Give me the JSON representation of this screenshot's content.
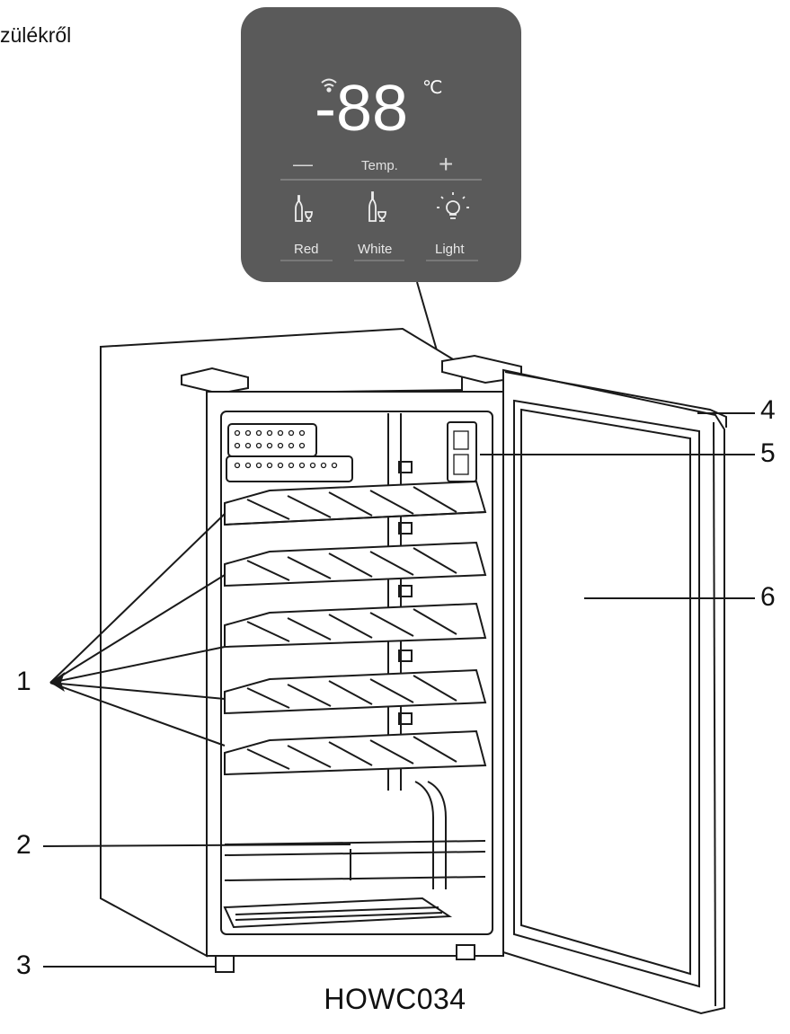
{
  "header": {
    "title_fragment": "zülékről"
  },
  "panel": {
    "temp_display": "-88",
    "temp_unit": "℃",
    "temp_label": "Temp.",
    "minus_symbol": "—",
    "plus_symbol": "+",
    "buttons": [
      "Red",
      "White",
      "Light"
    ]
  },
  "callouts": [
    "1",
    "2",
    "3",
    "4",
    "5",
    "6"
  ],
  "footer": {
    "model": "HOWC034"
  },
  "colors": {
    "panel_bg": "#5a5a5a",
    "panel_text": "#f0f0f0",
    "line": "#1a1a1a"
  },
  "icons": [
    "wifi-icon",
    "red-wine-bottle-icon",
    "white-wine-bottle-icon",
    "light-bulb-icon"
  ]
}
